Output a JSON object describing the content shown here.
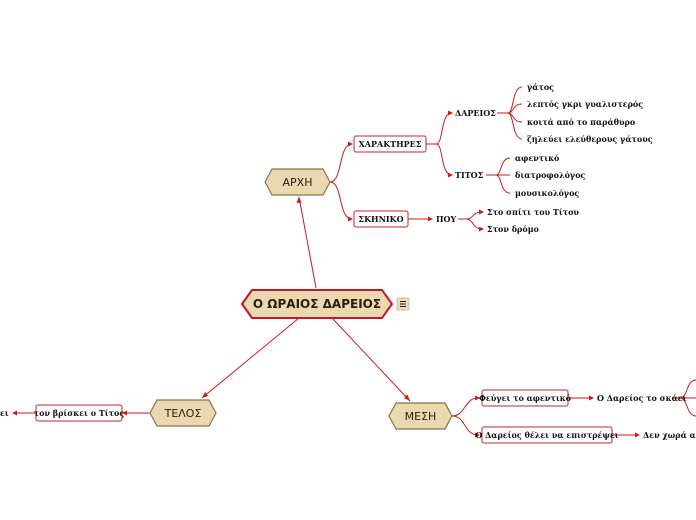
{
  "root": {
    "label": "Ο ΩΡΑΙΟΣ ΔΑΡΕΙΟΣ",
    "notes_icon": "notes-icon"
  },
  "branches": {
    "arxi": "ΑΡΧΗ",
    "mesi": "ΜΕΣΗ",
    "telos": "ΤΕΛΟΣ"
  },
  "arxi": {
    "xaraktires": "ΧΑΡΑΚΤΗΡΕΣ",
    "skiniko": "ΣΚΗΝΙΚΟ",
    "dareios": "ΔΑΡΕΙΟΣ",
    "titos": "ΤΙΤΟΣ",
    "dareios_traits": [
      "γάτος",
      "λεπτός γκρι γυαλιστερός",
      "κοιτά από το παράθυρο",
      "ζηλεύει ελεύθερους γάτους"
    ],
    "titos_traits": [
      "αφεντικό",
      "διατροφολόγος",
      "μουσικολόγος"
    ],
    "pou": "ΠΟΥ",
    "places": [
      "Στο σπίτι του Τίτου",
      "Στον δρόμο"
    ]
  },
  "mesi": {
    "item1": "Φεύγει το αφεντικό",
    "item1_next": "Ο Δαρείος το σκάει",
    "item2": "Ο Δαρείος θέλει να επιστρέψει",
    "item2_next": "Δεν χωρά από"
  },
  "telos": {
    "item1": "τον βρίσκει ο Τίτος",
    "item1_prev": "ει"
  },
  "colors": {
    "line": "#cc1a1a",
    "hex_fill": "#ead8b0",
    "hex_stroke": "#8a7250",
    "root_stroke": "#c4162a",
    "box_stroke": "#c0242a"
  }
}
